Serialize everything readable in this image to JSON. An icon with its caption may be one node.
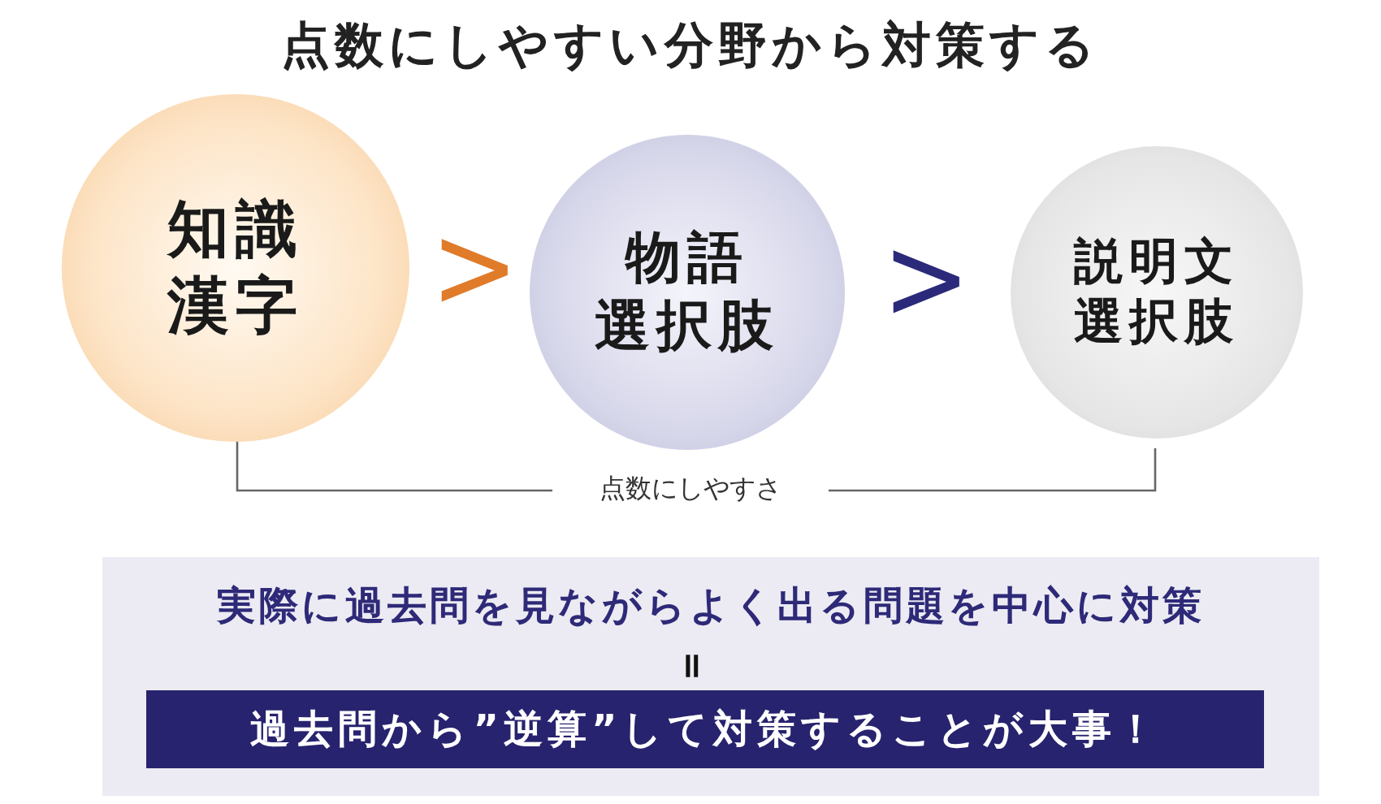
{
  "diagram": {
    "title": "点数にしやすい分野から対策する",
    "nodes": [
      {
        "text": [
          "知識",
          "漢字"
        ]
      },
      {
        "text": [
          "物語",
          "選択肢"
        ]
      },
      {
        "text": [
          "説明文",
          "選択肢"
        ]
      },
      {
        "text": [
          "実際に過去問を見ながらよく出る問題を中心に対策"
        ]
      },
      {
        "text": [
          "過去問から”逆算”して対策することが大事！"
        ],
        "in": 3
      }
    ],
    "edges": [],
    "labels": [
      ">",
      ">",
      "点数にしやすさ",
      "="
    ]
  }
}
